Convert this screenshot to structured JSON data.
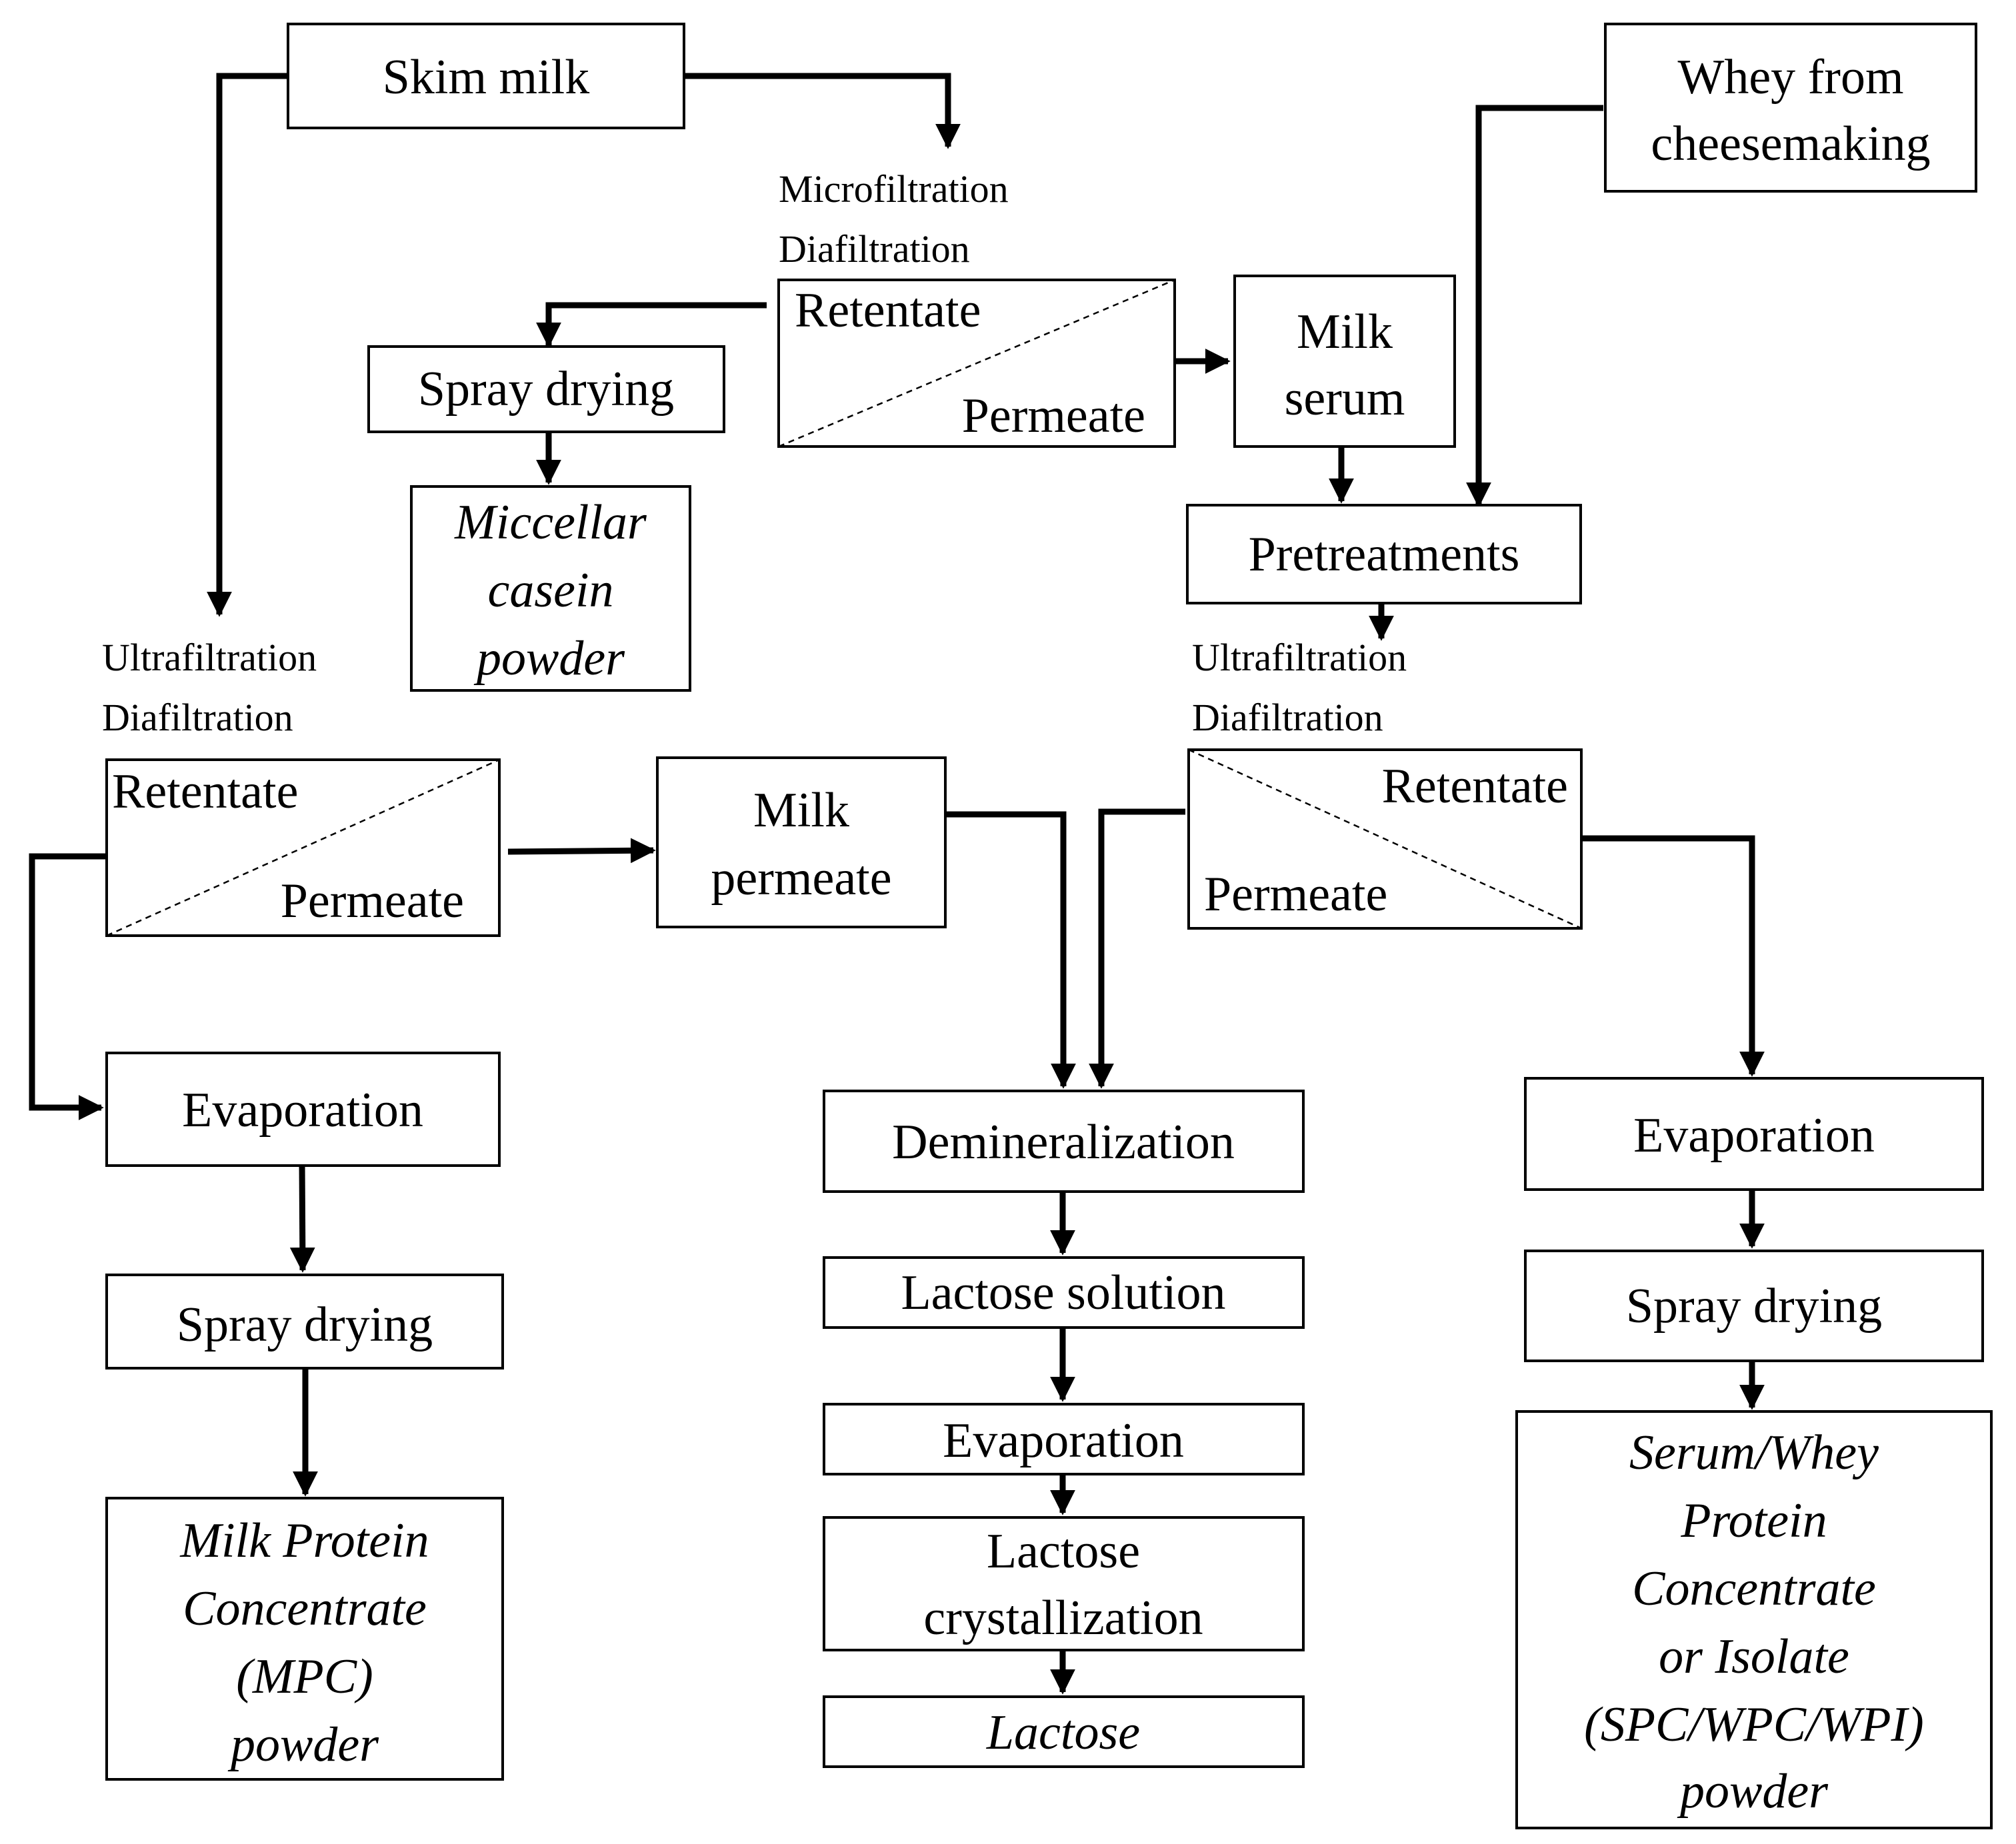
{
  "nodes": {
    "skim_milk": "Skim milk",
    "whey_from_cheesemaking": [
      "Whey from",
      "cheesemaking"
    ],
    "microfiltration_step": [
      "Microfiltration",
      "Diafiltration"
    ],
    "mf_retentate": "Retentate",
    "mf_permeate": "Permeate",
    "spray_drying_casein": "Spray drying",
    "miccellar_casein_powder": [
      "Miccellar",
      "casein",
      "powder"
    ],
    "milk_serum": [
      "Milk",
      "serum"
    ],
    "pretreatments": "Pretreatments",
    "uf_left_step": [
      "Ultrafiltration",
      "Diafiltration"
    ],
    "uf_left_retentate": "Retentate",
    "uf_left_permeate": "Permeate",
    "milk_permeate": [
      "Milk",
      "permeate"
    ],
    "uf_right_step": [
      "Ultrafiltration",
      "Diafiltration"
    ],
    "uf_right_retentate": "Retentate",
    "uf_right_permeate": "Permeate",
    "evaporation_left": "Evaporation",
    "spray_drying_left": "Spray drying",
    "mpc_powder": [
      "Milk Protein",
      "Concentrate",
      "(MPC)",
      "powder"
    ],
    "demineralization": "Demineralization",
    "lactose_solution": "Lactose solution",
    "evaporation_middle": "Evaporation",
    "lactose_crystallization": [
      "Lactose",
      "crystallization"
    ],
    "lactose": "Lactose",
    "evaporation_right": "Evaporation",
    "spray_drying_right": "Spray drying",
    "spc_wpc_wpi_powder": [
      "Serum/Whey",
      "Protein",
      "Concentrate",
      "or Isolate",
      "(SPC/WPC/WPI)",
      "powder"
    ]
  },
  "edges": [
    {
      "from": "skim_milk",
      "to": "microfiltration_step"
    },
    {
      "from": "skim_milk",
      "to": "uf_left_step"
    },
    {
      "from": "mf_retentate",
      "to": "spray_drying_casein"
    },
    {
      "from": "spray_drying_casein",
      "to": "miccellar_casein_powder"
    },
    {
      "from": "mf_permeate",
      "to": "milk_serum"
    },
    {
      "from": "milk_serum",
      "to": "pretreatments"
    },
    {
      "from": "whey_from_cheesemaking",
      "to": "pretreatments"
    },
    {
      "from": "pretreatments",
      "to": "uf_right_step"
    },
    {
      "from": "uf_left_retentate",
      "to": "evaporation_left"
    },
    {
      "from": "uf_left_permeate",
      "to": "milk_permeate"
    },
    {
      "from": "milk_permeate",
      "to": "demineralization"
    },
    {
      "from": "uf_right_permeate",
      "to": "demineralization"
    },
    {
      "from": "uf_right_retentate",
      "to": "evaporation_right"
    },
    {
      "from": "evaporation_left",
      "to": "spray_drying_left"
    },
    {
      "from": "spray_drying_left",
      "to": "mpc_powder"
    },
    {
      "from": "demineralization",
      "to": "lactose_solution"
    },
    {
      "from": "lactose_solution",
      "to": "evaporation_middle"
    },
    {
      "from": "evaporation_middle",
      "to": "lactose_crystallization"
    },
    {
      "from": "lactose_crystallization",
      "to": "lactose"
    },
    {
      "from": "evaporation_right",
      "to": "spray_drying_right"
    },
    {
      "from": "spray_drying_right",
      "to": "spc_wpc_wpi_powder"
    }
  ]
}
